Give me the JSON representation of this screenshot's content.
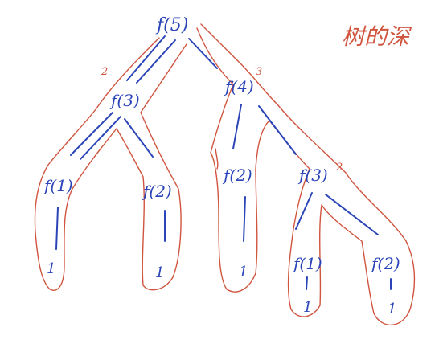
{
  "title_text": "树的深",
  "colors": {
    "ink_blue": "#2b45b8",
    "ink_red": "#d0553f",
    "background": "#ffffff"
  },
  "nodes": {
    "root": "f(5)",
    "left": "f(3)",
    "right": "f(4)",
    "left_left": "f(1)",
    "left_right": "f(2)",
    "right_left": "f(2)",
    "right_right": "f(3)",
    "rr_left": "f(1)",
    "rr_right": "f(2)"
  },
  "leaf_values": {
    "left_left": "1",
    "left_right": "1",
    "right_left": "1",
    "rr_left": "1",
    "rr_right": "1"
  },
  "depth_marks": {
    "left": "2",
    "right": "3",
    "right_right": "2"
  }
}
